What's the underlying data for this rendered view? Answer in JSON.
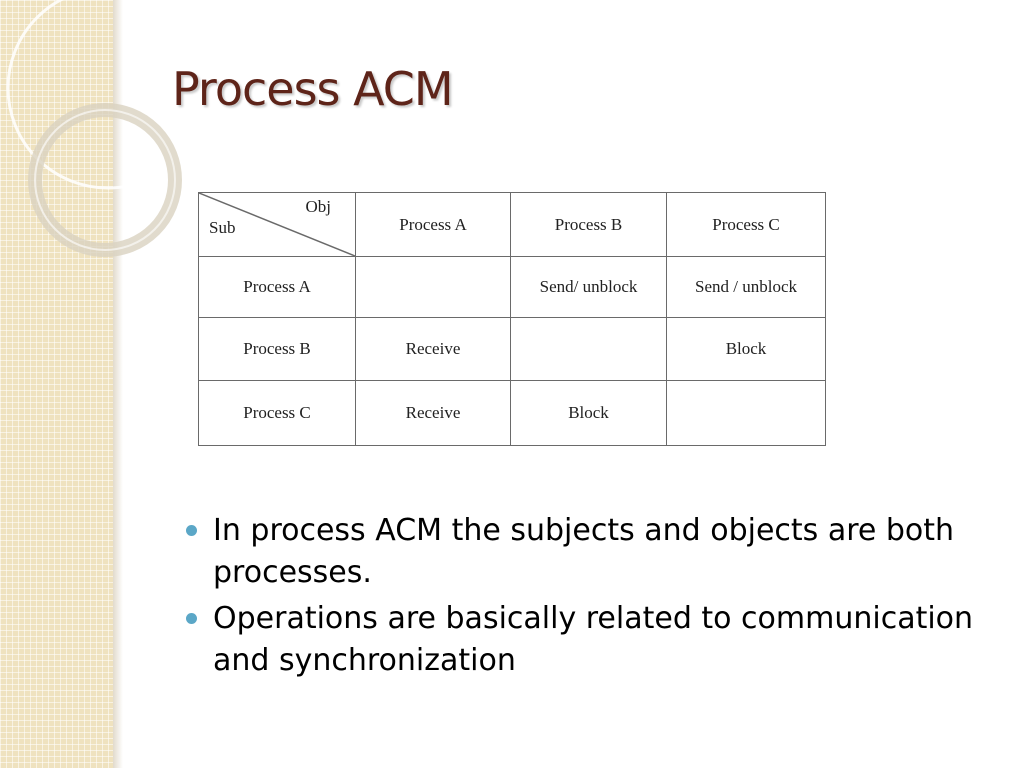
{
  "slide": {
    "title": "Process ACM"
  },
  "acm_table": {
    "corner": {
      "object_label": "Obj",
      "subject_label": "Sub"
    },
    "columns": [
      "Process A",
      "Process B",
      "Process C"
    ],
    "rows": [
      {
        "label": "Process A",
        "cells": [
          "",
          "Send/ unblock",
          "Send / unblock"
        ]
      },
      {
        "label": "Process B",
        "cells": [
          "Receive",
          "",
          "Block"
        ]
      },
      {
        "label": "Process C",
        "cells": [
          "Receive",
          "Block",
          ""
        ]
      }
    ]
  },
  "bullets": [
    "In process ACM the subjects and objects are both  processes.",
    "Operations are basically related to communication and synchronization"
  ],
  "colors": {
    "title": "#5e2419",
    "bullet": "#5ba7c7",
    "side_band": "#efe2bf"
  }
}
